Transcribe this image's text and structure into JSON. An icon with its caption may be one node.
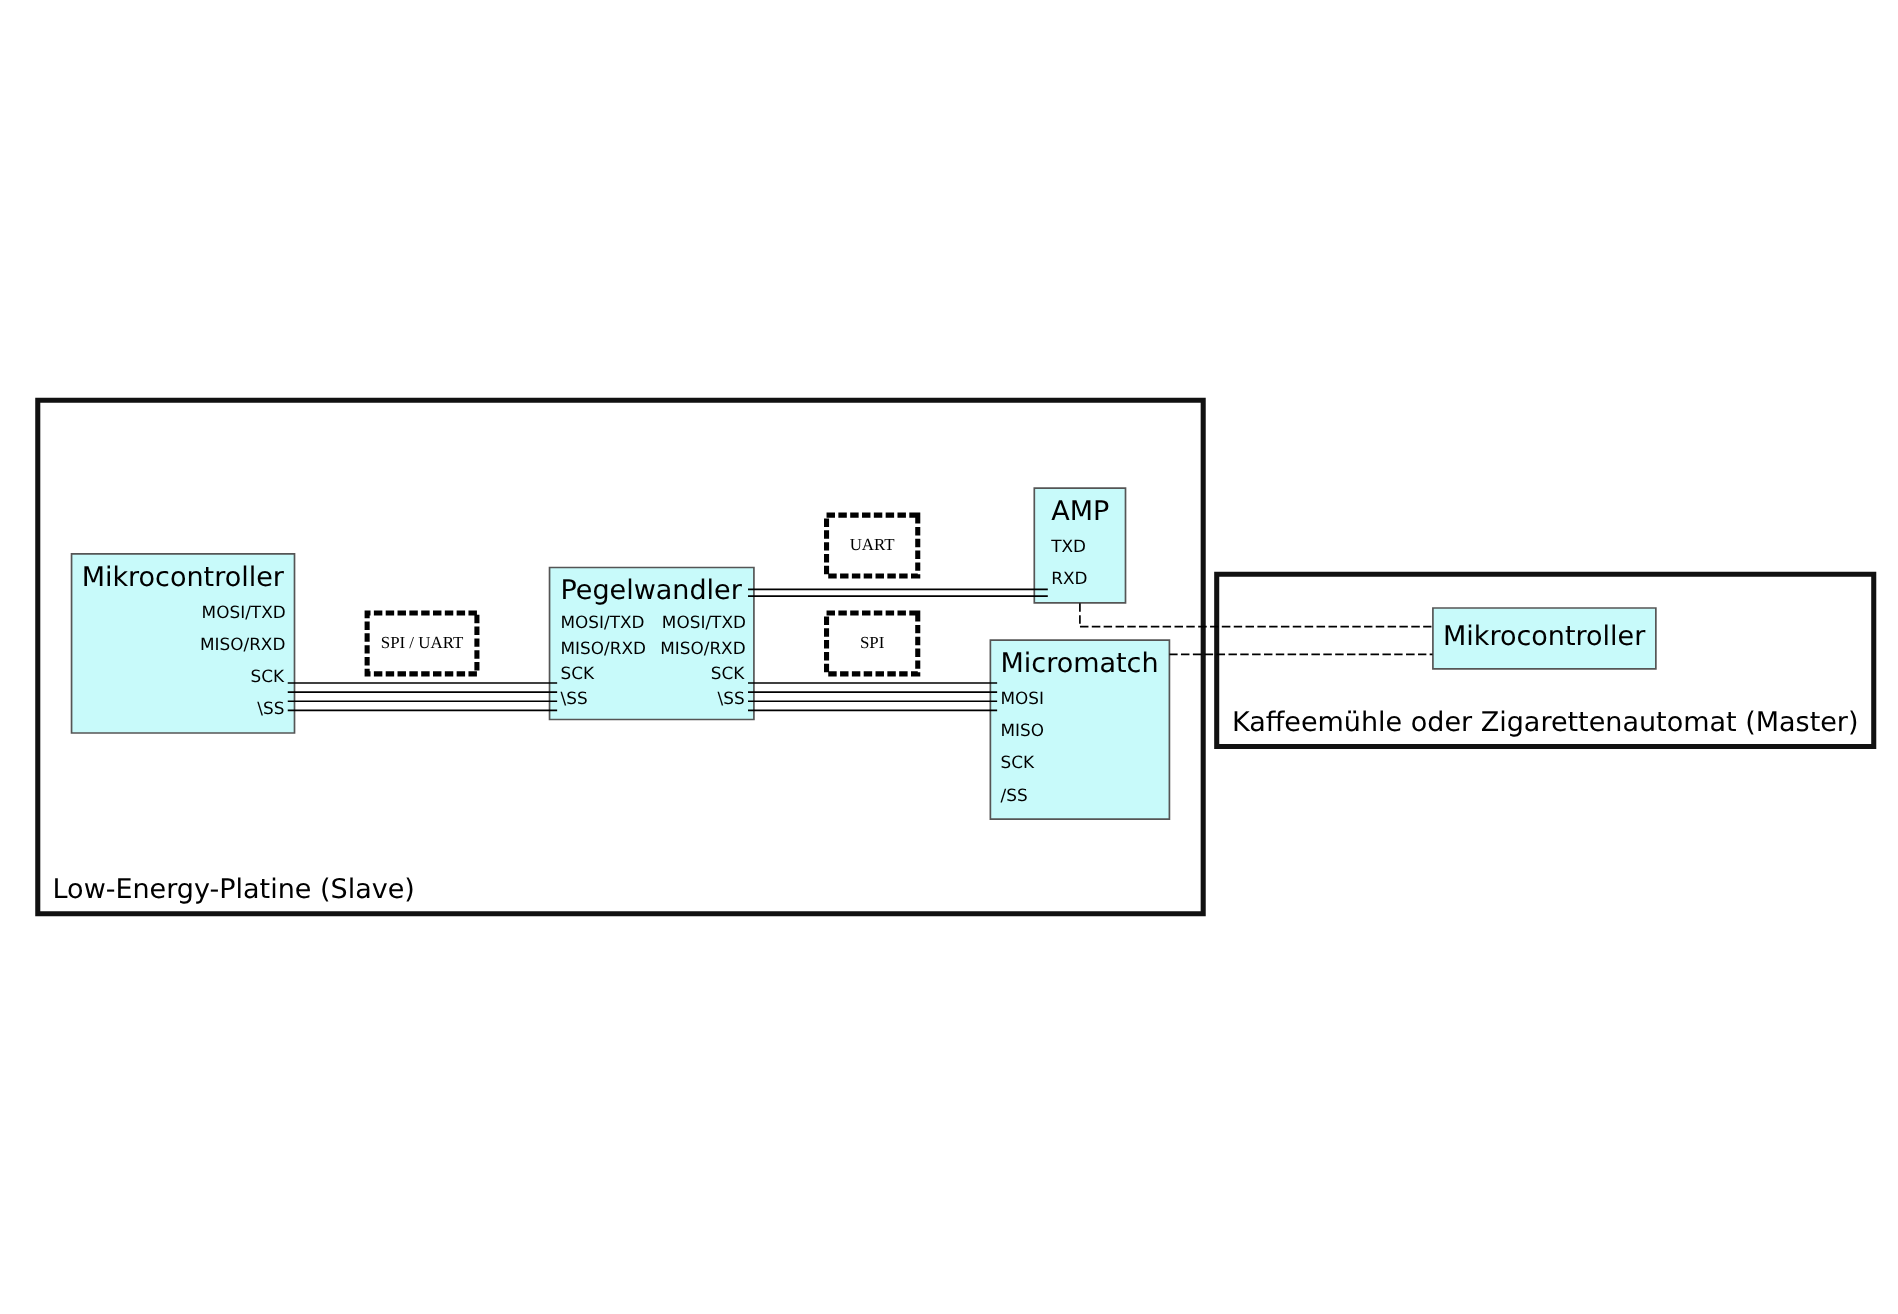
{
  "diagram": {
    "nodes": [
      {
        "text": [
          "Low-Energy-Platine (Slave)"
        ]
      },
      {
        "text": [
          "Mikrocontroller",
          "MOSI/TXD",
          "MISO/RXD",
          "SCK",
          "\\SS"
        ],
        "in": 0
      },
      {
        "text": [
          "SPI / UART"
        ],
        "in": 0
      },
      {
        "text": [
          "Pegelwandler",
          "MOSI/TXD",
          "MISO/RXD",
          "SCK",
          "\\SS",
          "MOSI/TXD",
          "MISO/RXD",
          "SCK",
          "\\SS"
        ],
        "in": 0
      },
      {
        "text": [
          "UART"
        ],
        "in": 0
      },
      {
        "text": [
          "AMP",
          "TXD",
          "RXD"
        ],
        "in": 0
      },
      {
        "text": [
          "SPI"
        ],
        "in": 0
      },
      {
        "text": [
          "Micromatch",
          "MOSI",
          "MISO",
          "SCK",
          "/SS"
        ],
        "in": 0
      },
      {
        "text": [
          "Kaffeemühle oder Zigarettenautomat (Master)"
        ]
      },
      {
        "text": [
          "Mikrocontroller"
        ],
        "in": 8
      }
    ],
    "edges": [
      {
        "from": 1,
        "to": 3,
        "arrow": "none"
      },
      {
        "from": 1,
        "to": 3,
        "arrow": "none"
      },
      {
        "from": 1,
        "to": 3,
        "arrow": "none"
      },
      {
        "from": 1,
        "to": 3,
        "arrow": "none"
      },
      {
        "from": 3,
        "to": 5,
        "arrow": "none"
      },
      {
        "from": 3,
        "to": 5,
        "arrow": "none"
      },
      {
        "from": 3,
        "to": 7,
        "arrow": "none"
      },
      {
        "from": 3,
        "to": 7,
        "arrow": "none"
      },
      {
        "from": 3,
        "to": 7,
        "arrow": "none"
      },
      {
        "from": 3,
        "to": 7,
        "arrow": "none"
      },
      {
        "from": 7,
        "to": 9,
        "arrow": "none",
        "style": "dashed"
      },
      {
        "from": 5,
        "to": 9,
        "arrow": "none",
        "style": "dashed"
      }
    ]
  }
}
